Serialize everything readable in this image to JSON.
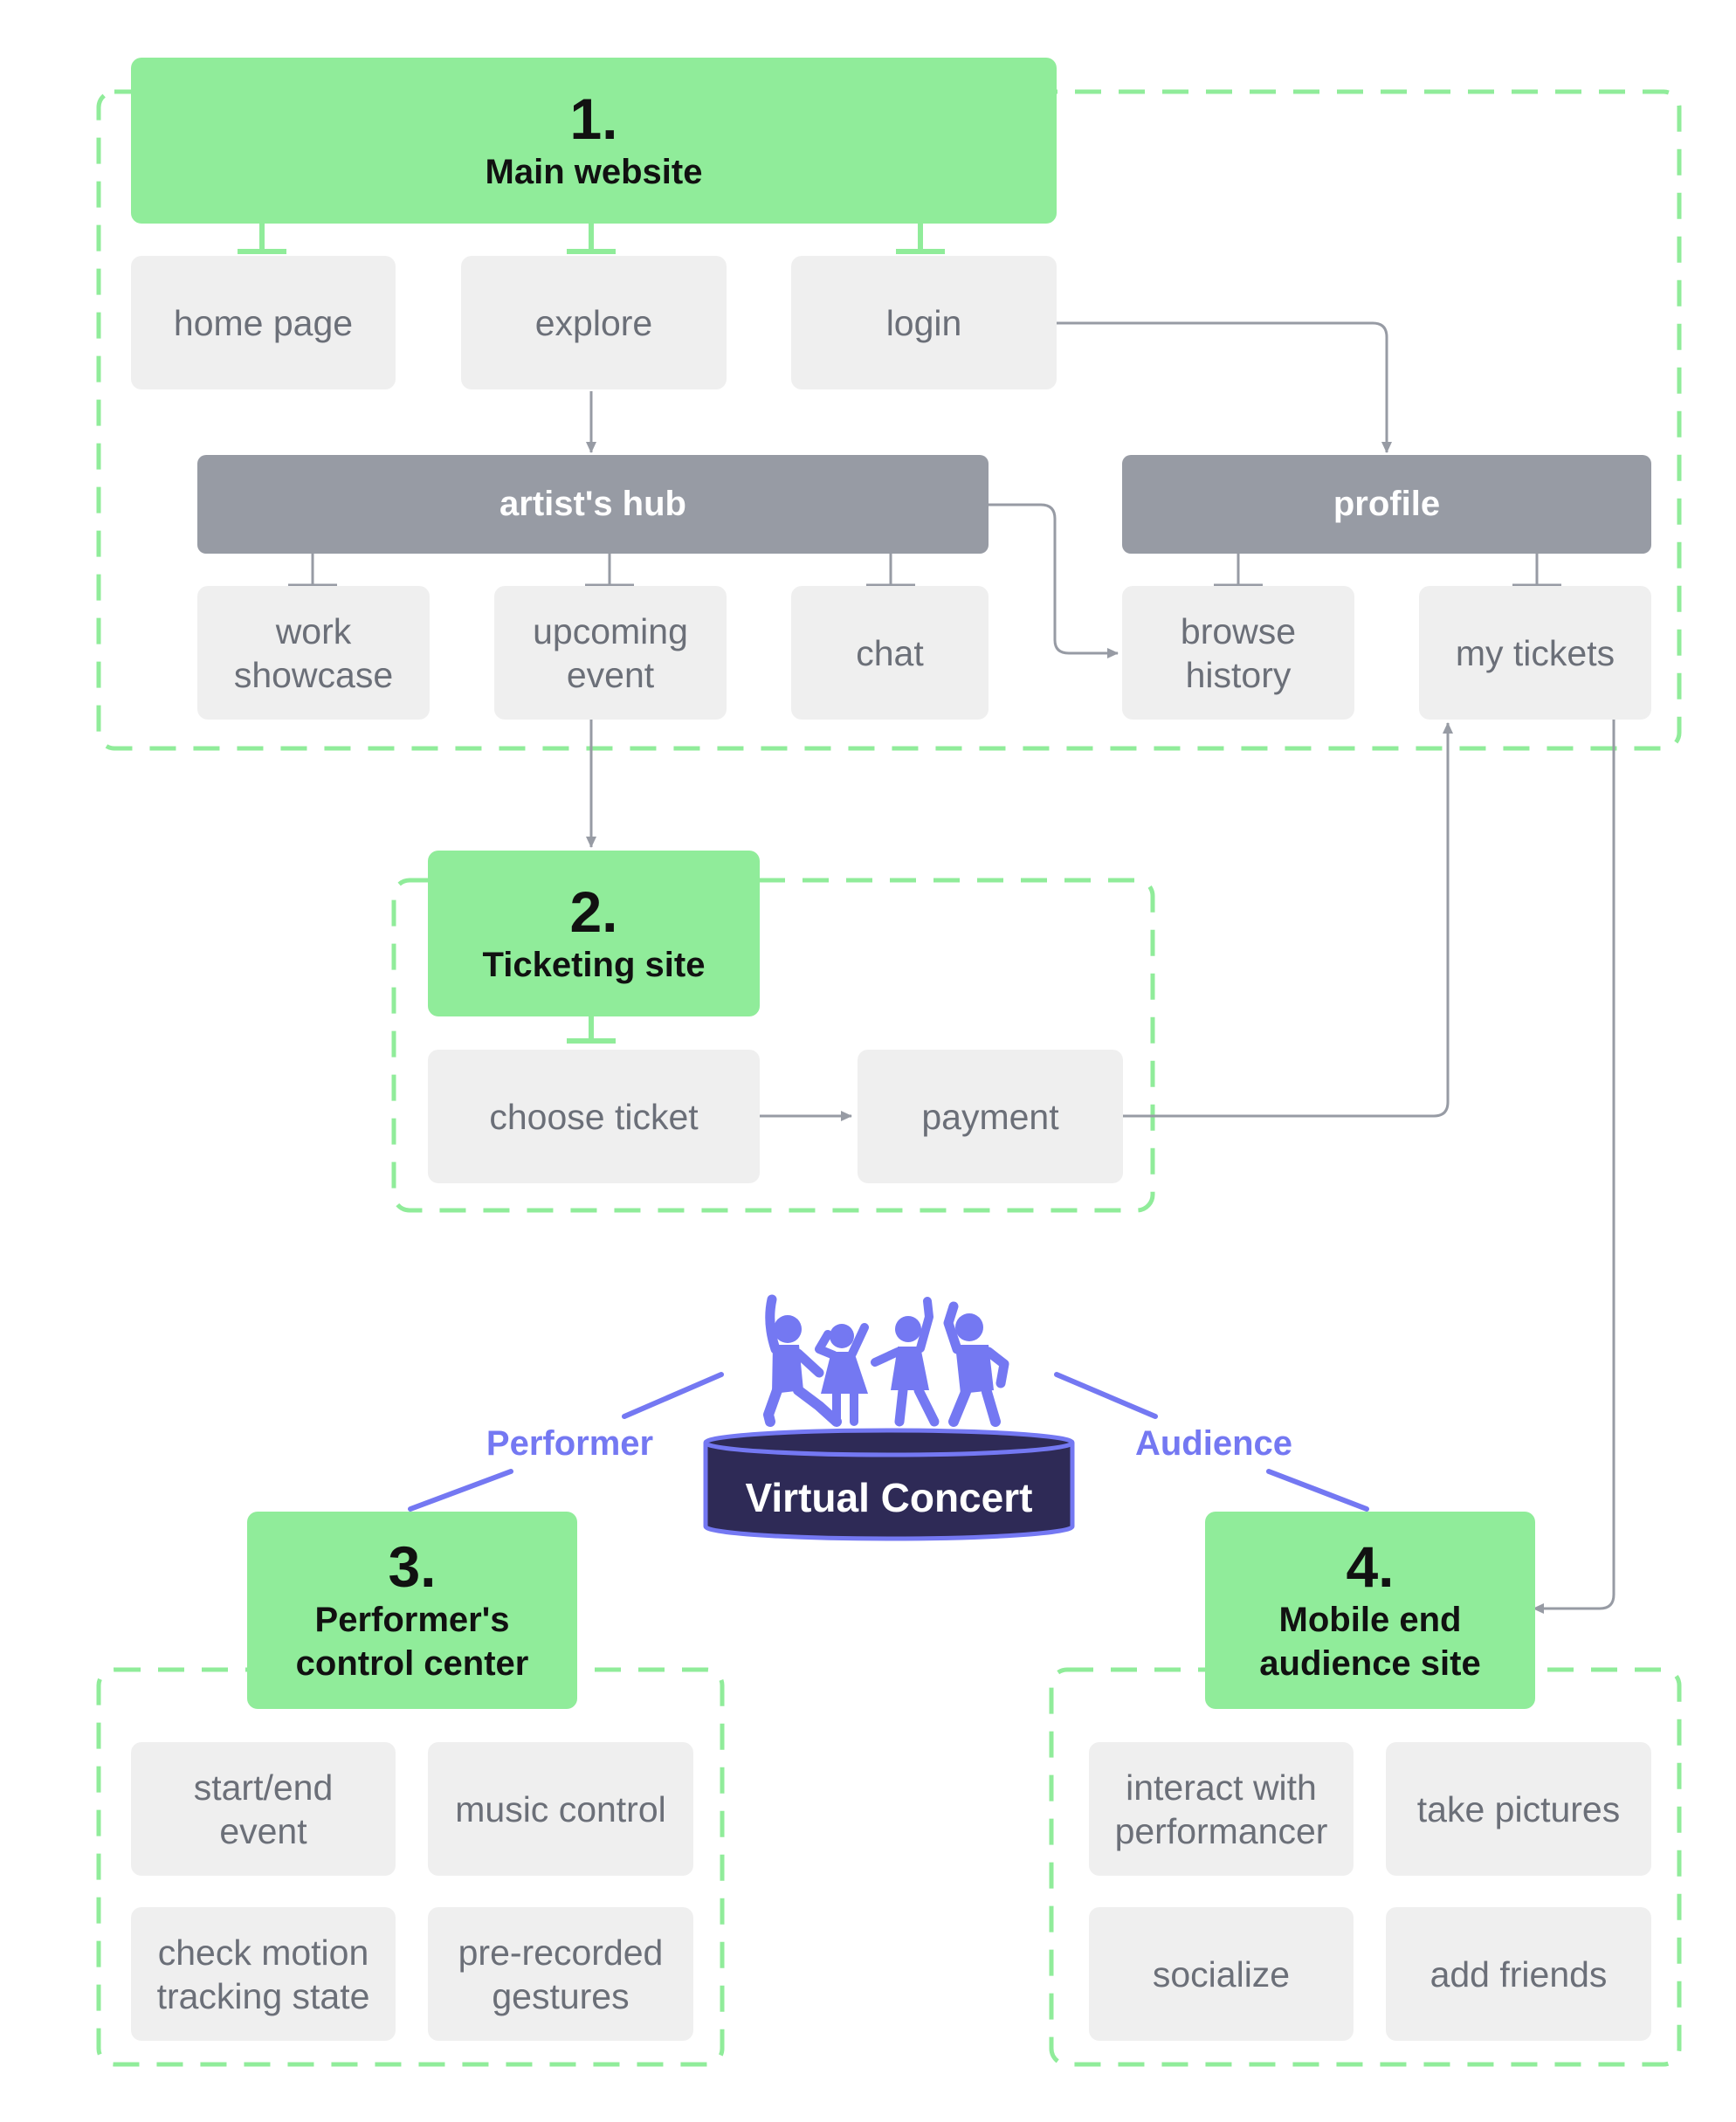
{
  "colors": {
    "group_border": "#90ec9a",
    "green_box": "#90ec9a",
    "grey_box": "#efefef",
    "dark_box": "#979ba4",
    "connector": "#979ba4",
    "accent": "#7478f2",
    "db_fill": "#2e2a56"
  },
  "sections": {
    "main": {
      "number": "1.",
      "title": "Main website"
    },
    "ticketing": {
      "number": "2.",
      "title": "Ticketing site"
    },
    "performer": {
      "number": "3.",
      "title": "Performer's\ncontrol center"
    },
    "audience": {
      "number": "4.",
      "title": "Mobile end\naudience site"
    }
  },
  "nodes": {
    "home_page": "home page",
    "explore": "explore",
    "login": "login",
    "artists_hub": "artist's hub",
    "profile": "profile",
    "work_showcase": "work\nshowcase",
    "upcoming_event": "upcoming\nevent",
    "chat": "chat",
    "browse_history": "browse\nhistory",
    "my_tickets": "my tickets",
    "choose_ticket": "choose ticket",
    "payment": "payment",
    "start_end_event": "start/end\nevent",
    "music_control": "music control",
    "check_motion": "check motion\ntracking state",
    "pre_recorded": "pre-recorded\ngestures",
    "interact": "interact with\nperformancer",
    "take_pictures": "take pictures",
    "socialize": "socialize",
    "add_friends": "add friends"
  },
  "center": {
    "label": "Virtual Concert",
    "icon": "dancing-people-icon"
  },
  "roles": {
    "performer": "Performer",
    "audience": "Audience"
  }
}
